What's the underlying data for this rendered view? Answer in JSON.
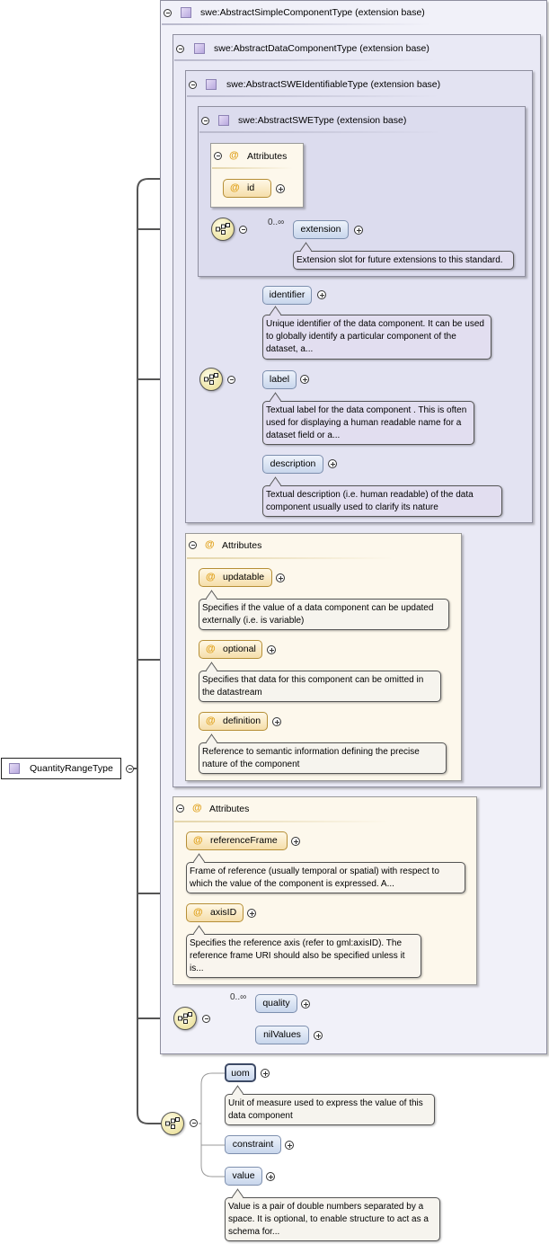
{
  "root": {
    "label": "QuantityRangeType"
  },
  "ext_simple": {
    "label": "swe:AbstractSimpleComponentType (extension base)"
  },
  "ext_data": {
    "label": "swe:AbstractDataComponentType (extension base)"
  },
  "ext_identifiable": {
    "label": "swe:AbstractSWEIdentifiableType (extension base)"
  },
  "ext_swe": {
    "label": "swe:AbstractSWEType (extension base)"
  },
  "attr_group_1": {
    "title": "Attributes",
    "id": {
      "label": "id"
    }
  },
  "extension": {
    "occurrence": "0..∞",
    "label": "extension",
    "doc": "Extension slot for future extensions to this standard."
  },
  "identifier": {
    "label": "identifier",
    "doc": "Unique identifier of the data component. It can be used to globally identify a particular component of the dataset, a..."
  },
  "label_el": {
    "label": "label",
    "doc": "Textual label for the data component . This is often used for displaying a human readable name for a dataset field or a..."
  },
  "description": {
    "label": "description",
    "doc": "Textual description (i.e. human readable) of the data component usually used to clarify its nature"
  },
  "attr_group_2": {
    "title": "Attributes",
    "updatable": {
      "label": "updatable",
      "doc": "Specifies if the value of a data component can be updated externally (i.e. is variable)"
    },
    "optional": {
      "label": "optional",
      "doc": "Specifies that data for this component can be omitted in the datastream"
    },
    "definition": {
      "label": "definition",
      "doc": "Reference to semantic information defining the precise nature of the component"
    }
  },
  "attr_group_3": {
    "title": "Attributes",
    "referenceFrame": {
      "label": "referenceFrame",
      "doc": "Frame of reference (usually temporal or spatial) with respect to which the value of the component is expressed. A..."
    },
    "axisID": {
      "label": "axisID",
      "doc": "Specifies the reference axis (refer to gml:axisID). The reference frame URI should also be specified unless it is..."
    }
  },
  "quality_seq": {
    "occurrence": "0..∞",
    "quality": {
      "label": "quality"
    },
    "nilValues": {
      "label": "nilValues"
    }
  },
  "uom": {
    "label": "uom",
    "doc": "Unit of measure used to express the value of this data component"
  },
  "constraint": {
    "label": "constraint"
  },
  "value": {
    "label": "value",
    "doc": "Value is a pair of double numbers separated by a space. It is optional, to enable structure to act as a schema for..."
  },
  "colors": {
    "extension_border": "#8f8f9f",
    "element_fill": "#c8d6ec",
    "attribute_fill": "#f5deaa",
    "attribute_marker": "#e0a11c",
    "connector": "#555555"
  }
}
